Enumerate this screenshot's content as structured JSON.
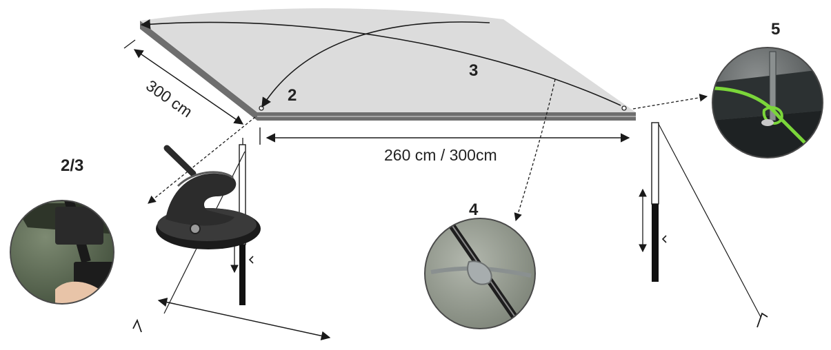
{
  "labels": {
    "step_2": "2",
    "step_3": "3",
    "step_4": "4",
    "step_5": "5",
    "step_2_3": "2/3"
  },
  "dimensions": {
    "depth": "300 cm",
    "width": "260 cm / 300cm"
  },
  "colors": {
    "awning_top": "#dcdcdc",
    "awning_edge": "#6e6e6e",
    "line": "#1a1a1a",
    "rope_green": "#7bd63a"
  }
}
